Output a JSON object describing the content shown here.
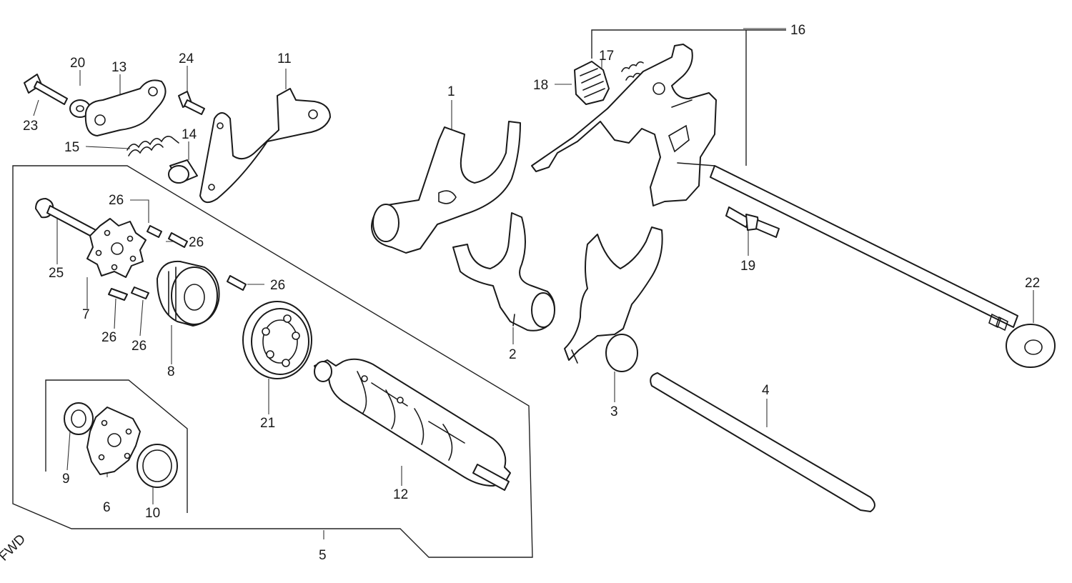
{
  "labels": {
    "l1": "1",
    "l2": "2",
    "l3": "3",
    "l4": "4",
    "l5": "5",
    "l6": "6",
    "l7": "7",
    "l8": "8",
    "l9": "9",
    "l10": "10",
    "l11": "11",
    "l12": "12",
    "l13": "13",
    "l14": "14",
    "l15": "15",
    "l16": "16",
    "l17": "17",
    "l18": "18",
    "l19": "19",
    "l20": "20",
    "l21": "21",
    "l22": "22",
    "l23": "23",
    "l24": "24",
    "l25": "25",
    "l26": "26",
    "corner": "FWD"
  }
}
